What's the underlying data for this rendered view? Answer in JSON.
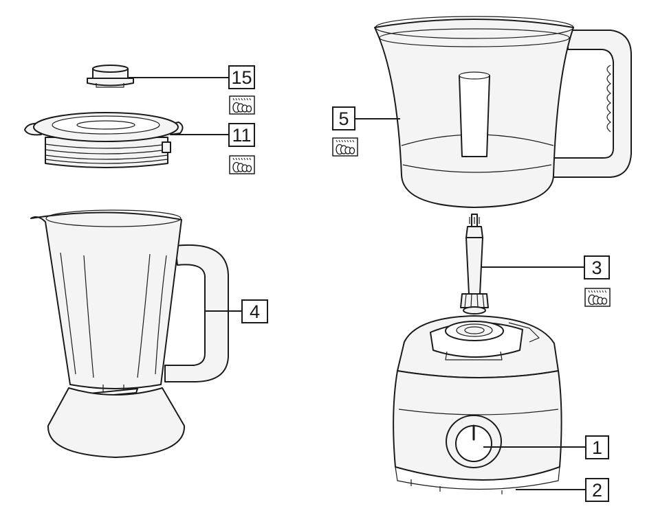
{
  "callouts": [
    {
      "id": "callout-15",
      "label": "15"
    },
    {
      "id": "callout-11",
      "label": "11"
    },
    {
      "id": "callout-5",
      "label": "5"
    },
    {
      "id": "callout-4",
      "label": "4"
    },
    {
      "id": "callout-3",
      "label": "3"
    },
    {
      "id": "callout-1",
      "label": "1"
    },
    {
      "id": "callout-2",
      "label": "2"
    }
  ],
  "icons": {
    "dishwasher_safe": "dishwasher-safe-icon"
  },
  "colors": {
    "line": "#1a1a1a",
    "part_fill": "#f4f4f4",
    "background": "#ffffff"
  }
}
